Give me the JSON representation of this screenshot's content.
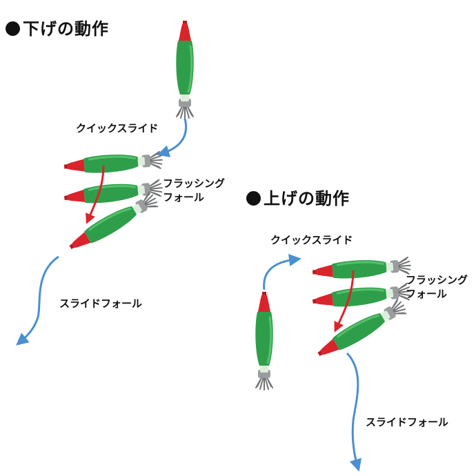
{
  "sections": {
    "down": {
      "title": "下げの動作",
      "quick_slide": "クイックスライド",
      "flashing_fall_1": "フラッシング",
      "flashing_fall_2": "フォール",
      "slide_fall": "スライドフォール"
    },
    "up": {
      "title": "上げの動作",
      "quick_slide": "クイックスライド",
      "flashing_fall_1": "フラッシング",
      "flashing_fall_2": "フォール",
      "slide_fall": "スライドフォール"
    }
  },
  "colors": {
    "lure_body": "#2f9e4a",
    "lure_tip": "#d9242c",
    "motion_arrow": "#4a8fd0",
    "fall_arrow": "#d9242c"
  }
}
